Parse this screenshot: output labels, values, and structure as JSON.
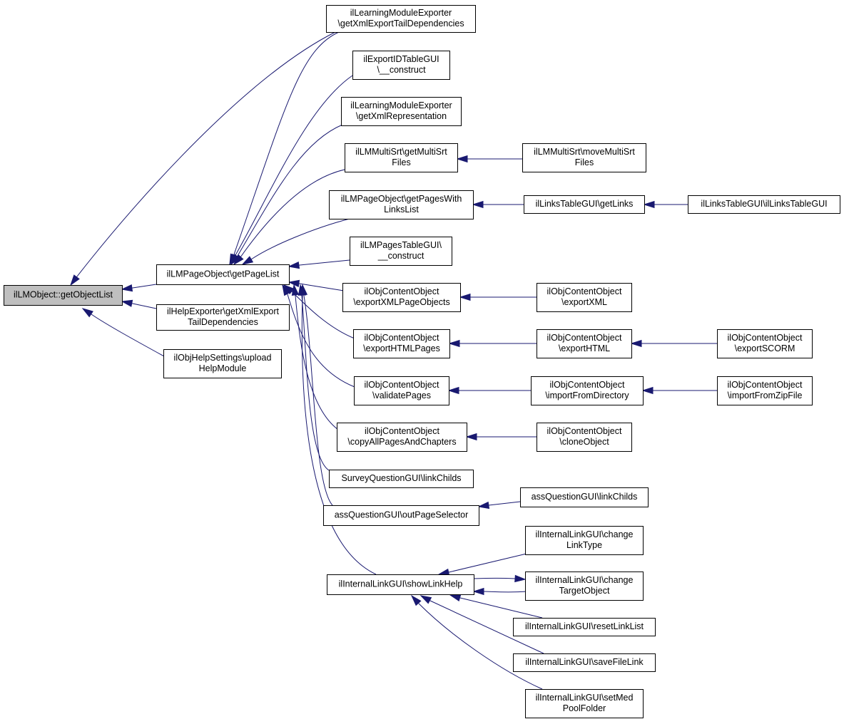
{
  "graph": {
    "edge_color": "#191970",
    "root_fill": "#bfbfbf",
    "nodes": [
      {
        "id": "root",
        "lines": [
          "ilLMObject::getObjectList"
        ],
        "highlighted": true
      },
      {
        "id": "getPageList",
        "lines": [
          "ilLMPageObject\\getPageList"
        ]
      },
      {
        "id": "helpExp",
        "lines": [
          "ilHelpExporter\\getXmlExport",
          "TailDependencies"
        ]
      },
      {
        "id": "helpSettings",
        "lines": [
          "ilObjHelpSettings\\upload",
          "HelpModule"
        ]
      },
      {
        "id": "lmExpTail",
        "lines": [
          "ilLearningModuleExporter",
          "\\getXmlExportTailDependencies"
        ]
      },
      {
        "id": "exportIdTable",
        "lines": [
          "ilExportIDTableGUI",
          "\\__construct"
        ]
      },
      {
        "id": "lmExpXml",
        "lines": [
          "ilLearningModuleExporter",
          "\\getXmlRepresentation"
        ]
      },
      {
        "id": "multiSrtGet",
        "lines": [
          "ilLMMultiSrt\\getMultiSrt",
          "Files"
        ]
      },
      {
        "id": "multiSrtMove",
        "lines": [
          "ilLMMultiSrt\\moveMultiSrt",
          "Files"
        ]
      },
      {
        "id": "pagesWithLinks",
        "lines": [
          "ilLMPageObject\\getPagesWith",
          "LinksList"
        ]
      },
      {
        "id": "linksGet",
        "lines": [
          "ilLinksTableGUI\\getLinks"
        ]
      },
      {
        "id": "linksCtor",
        "lines": [
          "ilLinksTableGUI\\ilLinksTableGUI"
        ]
      },
      {
        "id": "pagesTable",
        "lines": [
          "ilLMPagesTableGUI\\",
          "__construct"
        ]
      },
      {
        "id": "exportXmlPageObjects",
        "lines": [
          "ilObjContentObject",
          "\\exportXMLPageObjects"
        ]
      },
      {
        "id": "exportXml",
        "lines": [
          "ilObjContentObject",
          "\\exportXML"
        ]
      },
      {
        "id": "exportHtmlPages",
        "lines": [
          "ilObjContentObject",
          "\\exportHTMLPages"
        ]
      },
      {
        "id": "exportHtml",
        "lines": [
          "ilObjContentObject",
          "\\exportHTML"
        ]
      },
      {
        "id": "exportScorm",
        "lines": [
          "ilObjContentObject",
          "\\exportSCORM"
        ]
      },
      {
        "id": "validatePages",
        "lines": [
          "ilObjContentObject",
          "\\validatePages"
        ]
      },
      {
        "id": "importFromDir",
        "lines": [
          "ilObjContentObject",
          "\\importFromDirectory"
        ]
      },
      {
        "id": "importFromZip",
        "lines": [
          "ilObjContentObject",
          "\\importFromZipFile"
        ]
      },
      {
        "id": "copyAllPages",
        "lines": [
          "ilObjContentObject",
          "\\copyAllPagesAndChapters"
        ]
      },
      {
        "id": "cloneObject",
        "lines": [
          "ilObjContentObject",
          "\\cloneObject"
        ]
      },
      {
        "id": "surveyLink",
        "lines": [
          "SurveyQuestionGUI\\linkChilds"
        ]
      },
      {
        "id": "assOutPage",
        "lines": [
          "assQuestionGUI\\outPageSelector"
        ]
      },
      {
        "id": "assLink",
        "lines": [
          "assQuestionGUI\\linkChilds"
        ]
      },
      {
        "id": "showLinkHelp",
        "lines": [
          "ilInternalLinkGUI\\showLinkHelp"
        ]
      },
      {
        "id": "changeLinkType",
        "lines": [
          "ilInternalLinkGUI\\change",
          "LinkType"
        ]
      },
      {
        "id": "changeTarget",
        "lines": [
          "ilInternalLinkGUI\\change",
          "TargetObject"
        ]
      },
      {
        "id": "resetLinkList",
        "lines": [
          "ilInternalLinkGUI\\resetLinkList"
        ]
      },
      {
        "id": "saveFileLink",
        "lines": [
          "ilInternalLinkGUI\\saveFileLink"
        ]
      },
      {
        "id": "setMedPool",
        "lines": [
          "ilInternalLinkGUI\\setMed",
          "PoolFolder"
        ]
      }
    ],
    "edges": [
      {
        "from": "getPageList",
        "to": "root"
      },
      {
        "from": "helpExp",
        "to": "root"
      },
      {
        "from": "helpSettings",
        "to": "root"
      },
      {
        "from": "lmExpTail",
        "to": "root"
      },
      {
        "from": "lmExpTail",
        "to": "getPageList"
      },
      {
        "from": "exportIdTable",
        "to": "getPageList"
      },
      {
        "from": "lmExpXml",
        "to": "getPageList"
      },
      {
        "from": "multiSrtGet",
        "to": "getPageList"
      },
      {
        "from": "pagesWithLinks",
        "to": "getPageList"
      },
      {
        "from": "pagesTable",
        "to": "getPageList"
      },
      {
        "from": "exportXmlPageObjects",
        "to": "getPageList"
      },
      {
        "from": "exportHtmlPages",
        "to": "getPageList"
      },
      {
        "from": "validatePages",
        "to": "getPageList"
      },
      {
        "from": "copyAllPages",
        "to": "getPageList"
      },
      {
        "from": "surveyLink",
        "to": "getPageList"
      },
      {
        "from": "assOutPage",
        "to": "getPageList"
      },
      {
        "from": "showLinkHelp",
        "to": "getPageList"
      },
      {
        "from": "multiSrtMove",
        "to": "multiSrtGet"
      },
      {
        "from": "linksGet",
        "to": "pagesWithLinks"
      },
      {
        "from": "linksCtor",
        "to": "linksGet"
      },
      {
        "from": "exportXml",
        "to": "exportXmlPageObjects"
      },
      {
        "from": "exportHtml",
        "to": "exportHtmlPages"
      },
      {
        "from": "exportScorm",
        "to": "exportHtml"
      },
      {
        "from": "importFromDir",
        "to": "validatePages"
      },
      {
        "from": "importFromZip",
        "to": "importFromDir"
      },
      {
        "from": "cloneObject",
        "to": "copyAllPages"
      },
      {
        "from": "assLink",
        "to": "assOutPage"
      },
      {
        "from": "changeLinkType",
        "to": "showLinkHelp"
      },
      {
        "from": "changeTarget",
        "to": "showLinkHelp"
      },
      {
        "from": "showLinkHelp",
        "to": "changeTarget"
      },
      {
        "from": "resetLinkList",
        "to": "showLinkHelp"
      },
      {
        "from": "saveFileLink",
        "to": "showLinkHelp"
      },
      {
        "from": "setMedPool",
        "to": "showLinkHelp"
      }
    ]
  }
}
